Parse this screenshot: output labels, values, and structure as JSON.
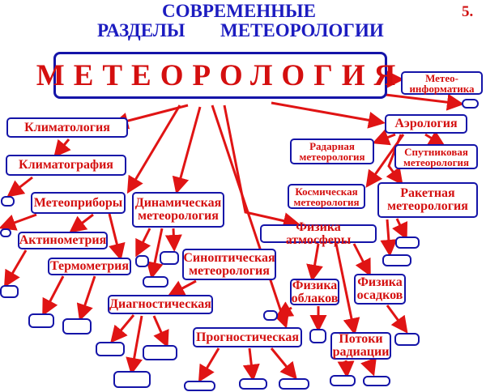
{
  "title": {
    "line1": "СОВРЕМЕННЫЕ",
    "line2a": "РАЗДЕЛЫ",
    "line2b": "МЕТЕОРОЛОГИИ"
  },
  "page_number": "5.",
  "nodes": {
    "meteorology": "МЕТЕОРОЛОГИЯ",
    "meteoinformatics": "Метео-\nинформатика",
    "climatology": "Климатология",
    "climatography": "Климатография",
    "aerology": "Аэрология",
    "radar": "Радарная\nметеорология",
    "satellite": "Спутниковая\nметеорология",
    "space": "Космическая\nметеорология",
    "rocket": "Ракетная\nметеорология",
    "instruments": "Метеоприборы",
    "dynamic": "Динамическая\nметеорология",
    "actinometry": "Актинометрия",
    "thermometry": "Термометрия",
    "atmos_physics": "Физика атмосферы",
    "synoptic": "Синоптическая\nметеорология",
    "cloud_physics": "Физика\nоблаков",
    "precip_physics": "Физика\nосадков",
    "diagnostic": "Диагностическая",
    "prognostic": "Прогностическая",
    "radiation": "Потоки\nрадиации"
  },
  "colors": {
    "title": "#1c1cc0",
    "text": "#d40f0f",
    "border": "#1414a8",
    "arrow": "#e01414"
  }
}
